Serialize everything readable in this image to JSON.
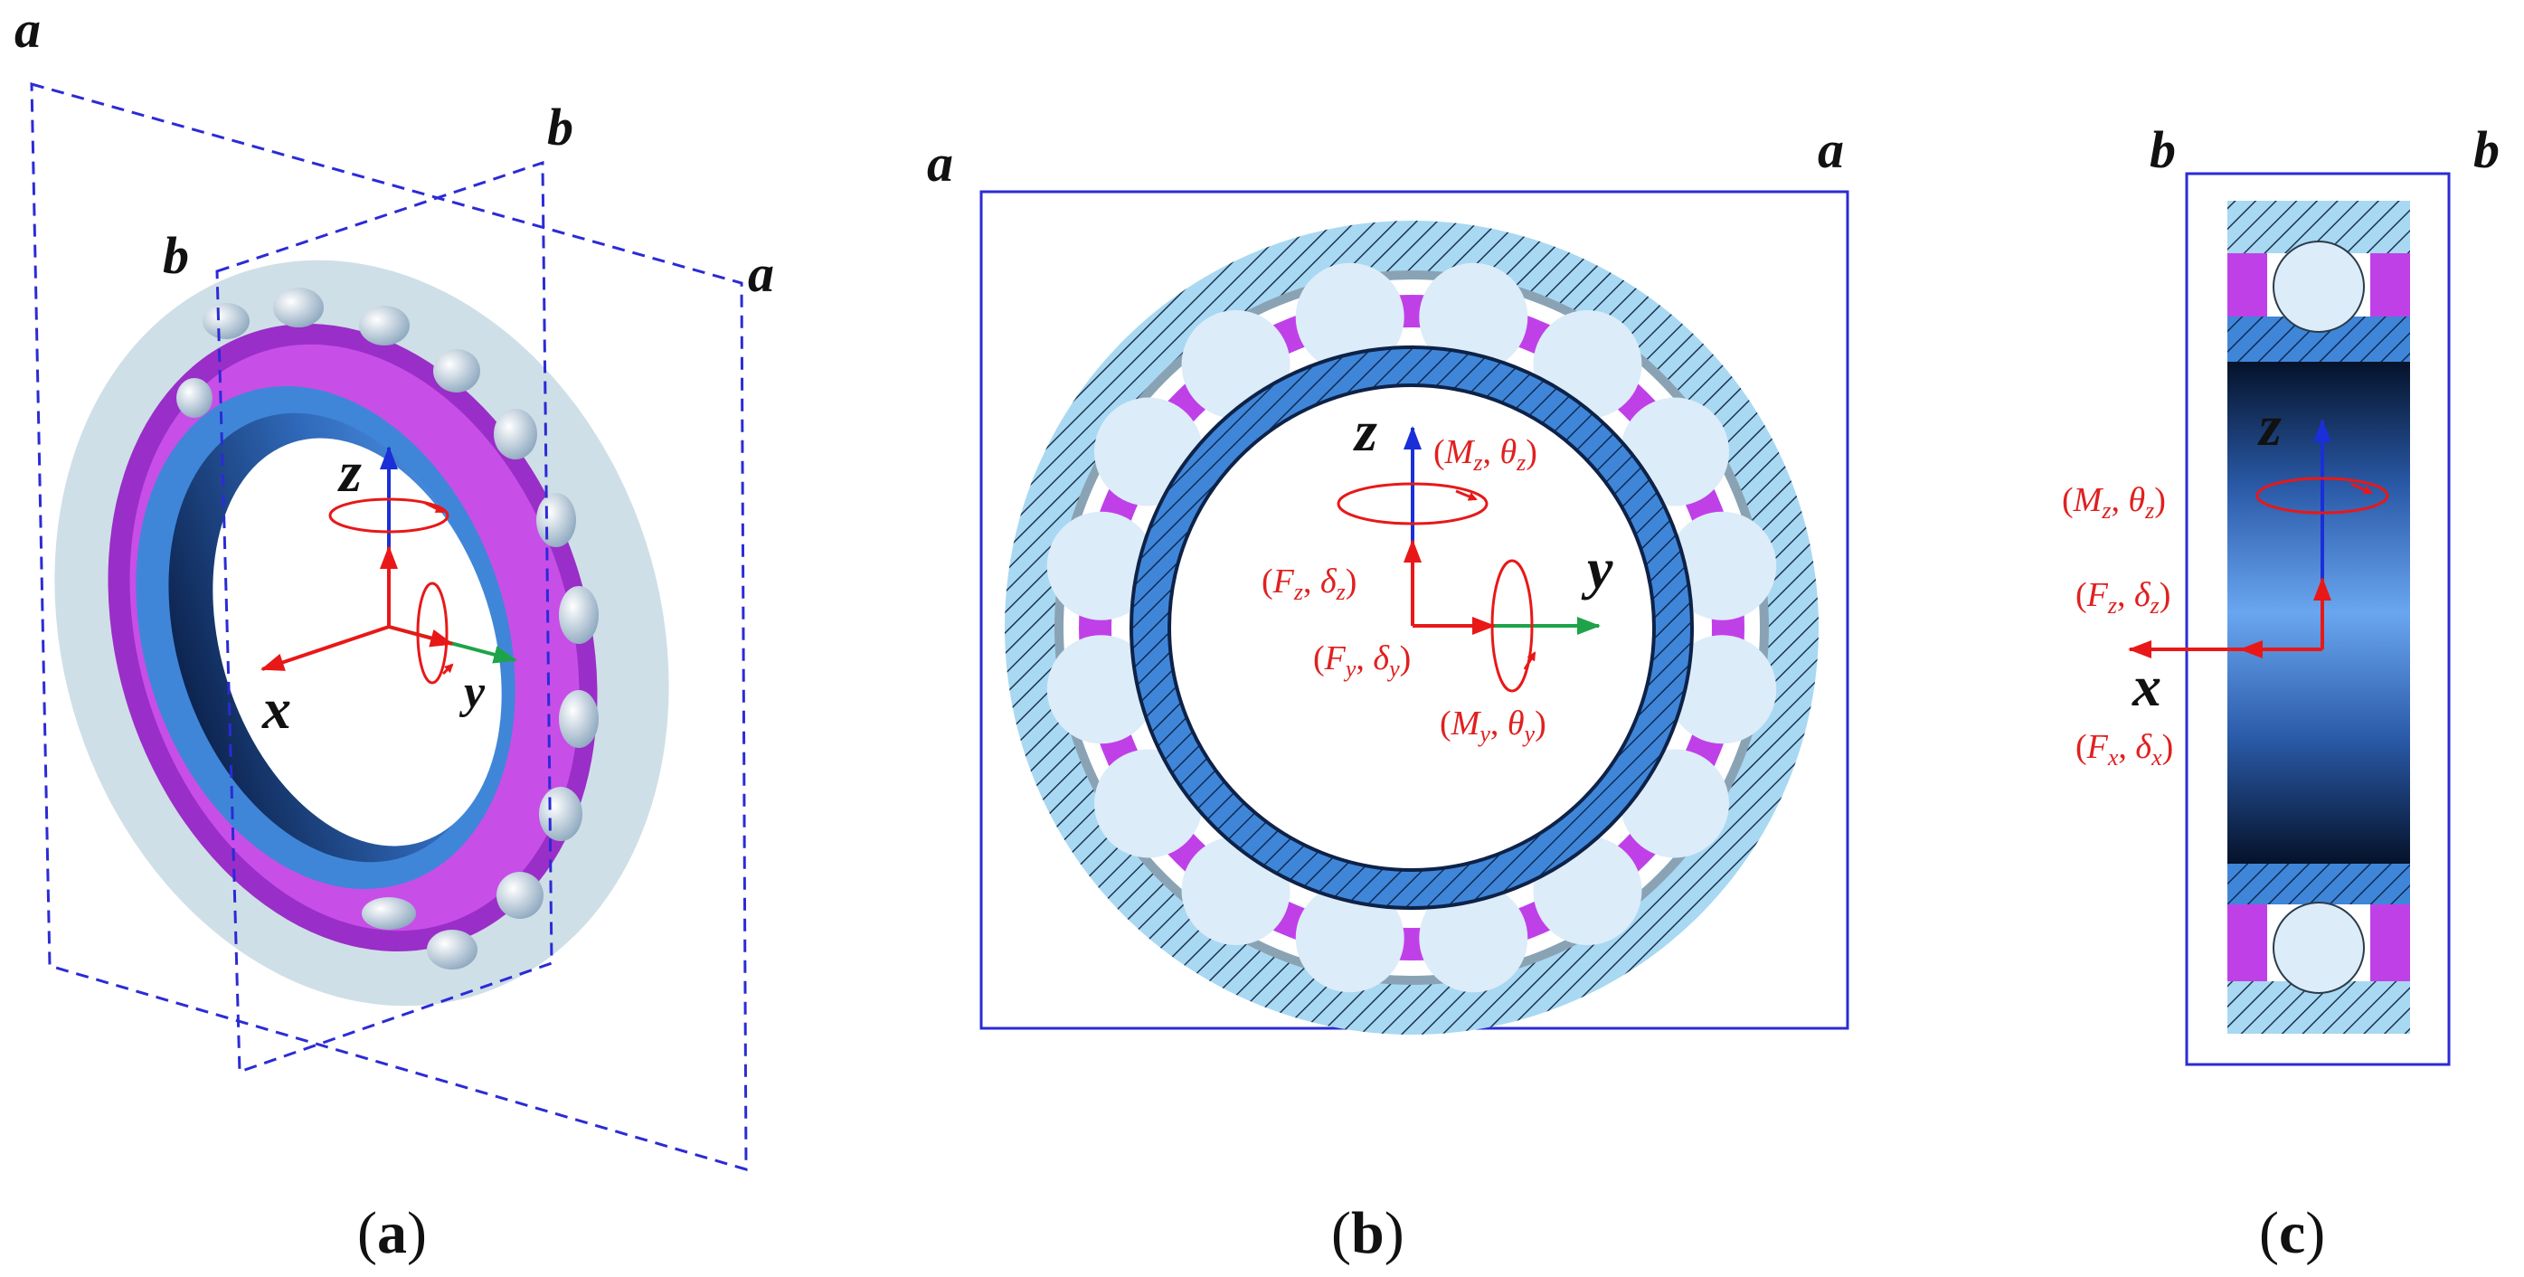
{
  "figure": {
    "panels": [
      {
        "id": "a",
        "caption": "a",
        "planes": [
          "a",
          "b"
        ]
      },
      {
        "id": "b",
        "caption": "b",
        "section": "a"
      },
      {
        "id": "c",
        "caption": "c",
        "section": "b"
      }
    ],
    "plane_labels": {
      "a": "a",
      "b": "b"
    },
    "axes": {
      "x": "x",
      "y": "y",
      "z": "z"
    },
    "loads": {
      "Mz": {
        "sym": "M",
        "sub": "z",
        "ang": "θ",
        "angsub": "z"
      },
      "Fz": {
        "sym": "F",
        "sub": "z",
        "ang": "δ",
        "angsub": "z"
      },
      "Fy": {
        "sym": "F",
        "sub": "y",
        "ang": "δ",
        "angsub": "y"
      },
      "My": {
        "sym": "M",
        "sub": "y",
        "ang": "θ",
        "angsub": "y"
      },
      "Fx": {
        "sym": "F",
        "sub": "x",
        "ang": "δ",
        "angsub": "x"
      }
    },
    "colors": {
      "outer_ring": "#a9d8f2",
      "inner_ring": "#3f86d8",
      "ball": "#dcecf8",
      "cage": "#c040e8",
      "force_arrow": "#e81818",
      "z_axis": "#1a2fd8",
      "y_axis": "#1fa34a",
      "section_frame": "#2b2bd6"
    }
  }
}
